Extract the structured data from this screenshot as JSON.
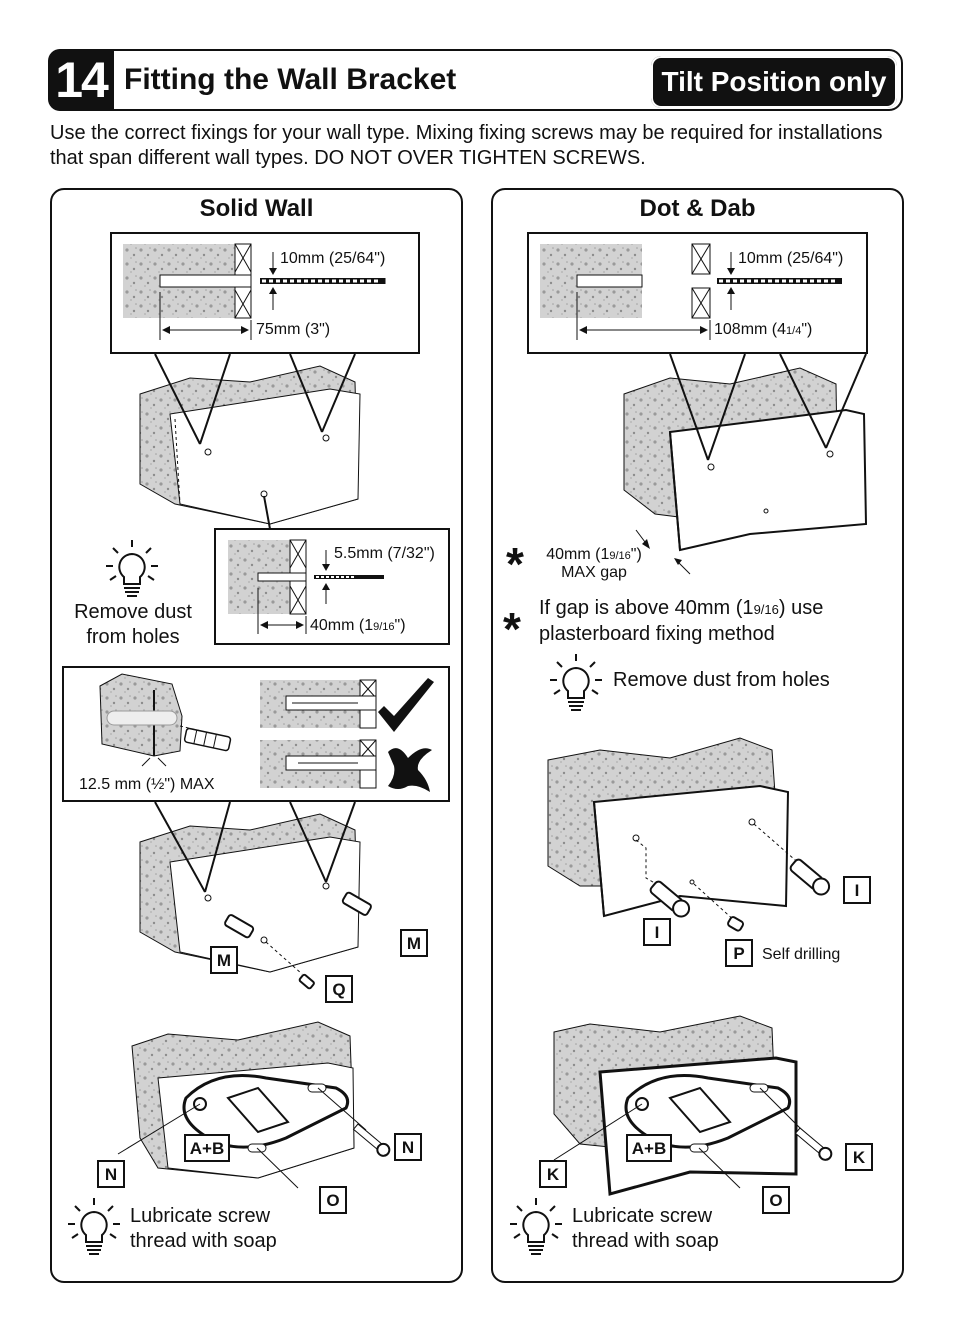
{
  "header": {
    "step_number": "14",
    "title": "Fitting the Wall Bracket",
    "badge": "Tilt Position only"
  },
  "intro": "Use the correct fixings for your wall type. Mixing fixing screws may be required for installations that span different wall types. DO NOT OVER TIGHTEN SCREWS.",
  "solid_wall": {
    "title": "Solid Wall",
    "drill_bit_label": "10mm (25/64\")",
    "depth_label": "75mm (3\")",
    "small_bit_label": "5.5mm (7/32\")",
    "small_depth_main": "40mm (1",
    "small_depth_frac": "9/16",
    "small_depth_end": "\")",
    "tip_dust_line1": "Remove dust",
    "tip_dust_line2": "from holes",
    "plug_max_label": "12.5 mm (½\") MAX",
    "tags": {
      "m1": "M",
      "m2": "M",
      "q": "Q",
      "n1": "N",
      "n2": "N",
      "o": "O",
      "ab": "A+B"
    },
    "tip_soap_line1": "Lubricate screw",
    "tip_soap_line2": "thread with soap"
  },
  "dot_dab": {
    "title": "Dot & Dab",
    "drill_bit_label": "10mm (25/64\")",
    "depth_main": "108mm (4",
    "depth_frac": "1/4",
    "depth_end": "\")",
    "gap_main": "40mm (1",
    "gap_frac": "9/16",
    "gap_end": "\")",
    "gap_line2": "MAX gap",
    "note_line1_main": "If gap is above 40mm (1",
    "note_line1_frac": "9/16",
    "note_line1_end": ") use",
    "note_line2": "plasterboard fixing method",
    "tip_dust": "Remove dust from holes",
    "self_drilling": "Self drilling",
    "tags": {
      "i1": "I",
      "i2": "I",
      "p": "P",
      "k1": "K",
      "k2": "K",
      "o": "O",
      "ab": "A+B"
    },
    "tip_soap_line1": "Lubricate screw",
    "tip_soap_line2": "thread with soap",
    "asterisk": "*"
  },
  "colors": {
    "ink": "#111111",
    "stone": "#cfcfcf",
    "stone_dark": "#a8a8a8"
  }
}
